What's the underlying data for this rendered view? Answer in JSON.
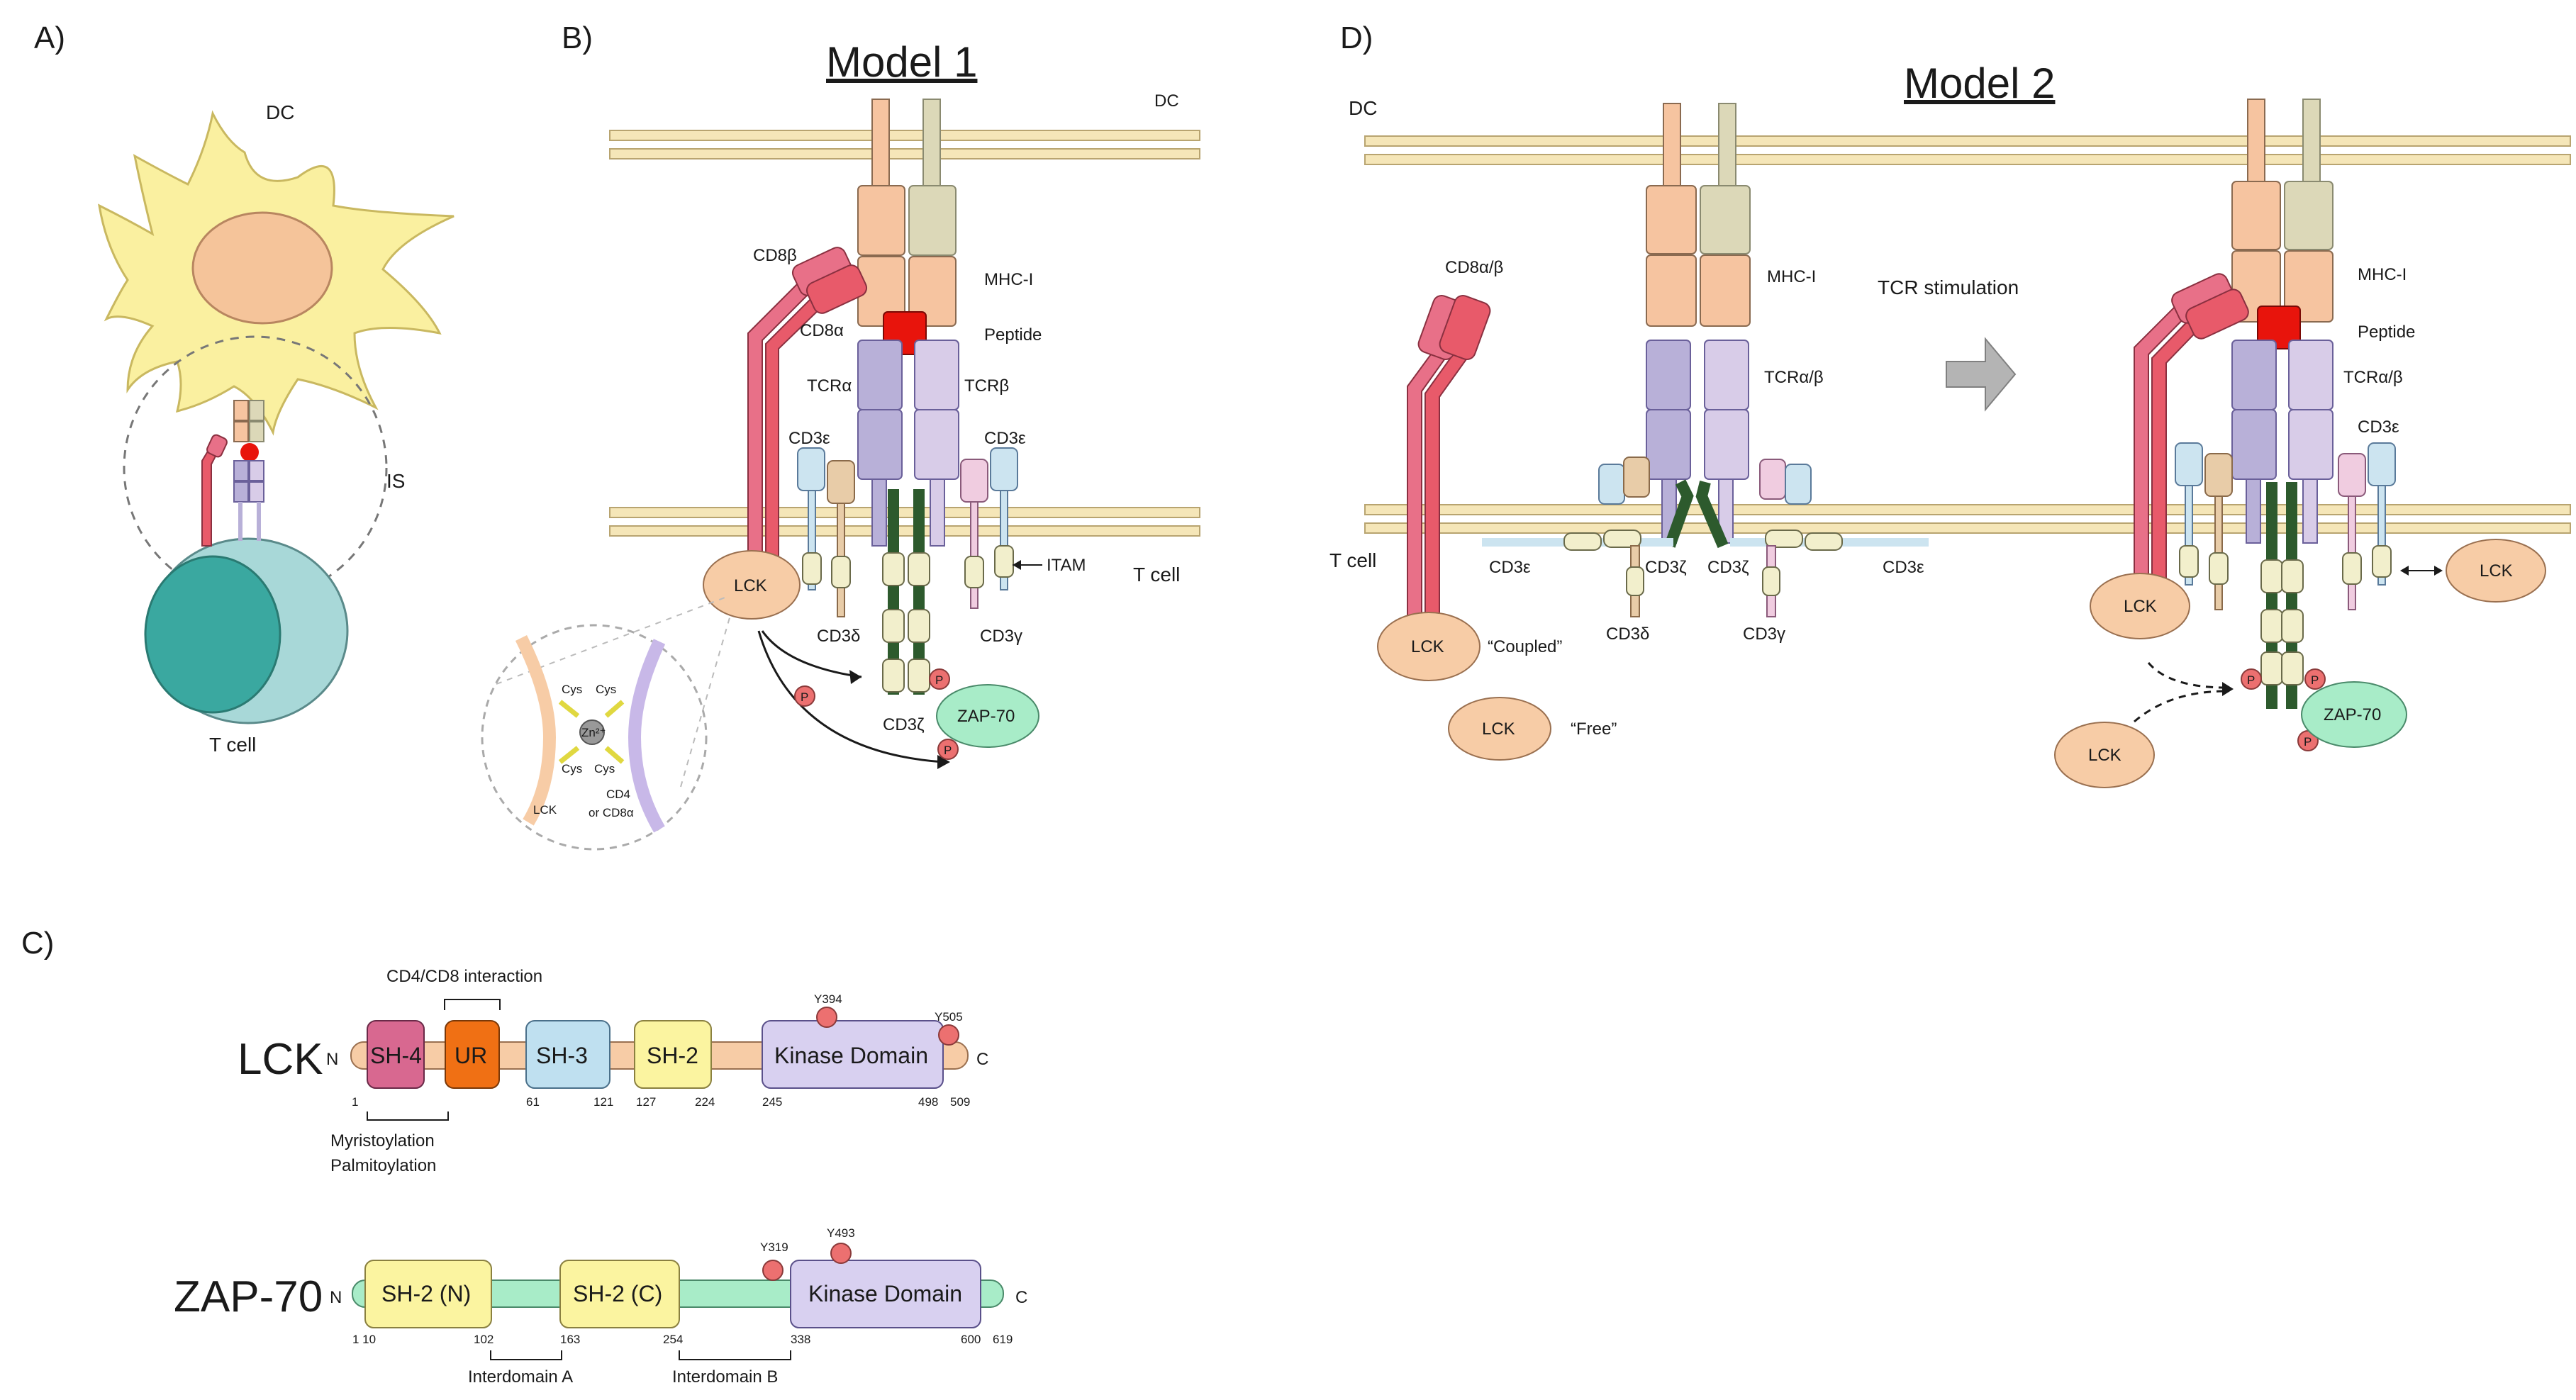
{
  "panels": {
    "a": "A)",
    "b": "B)",
    "c": "C)",
    "d": "D)"
  },
  "panel_a": {
    "dc": "DC",
    "is": "IS",
    "tcell": "T cell"
  },
  "panel_b": {
    "title": "Model 1",
    "dc": "DC",
    "tcell": "T cell",
    "cd8b": "CD8β",
    "cd8a": "CD8α",
    "mhc": "MHC-I",
    "peptide": "Peptide",
    "tcra": "TCRα",
    "tcrb": "TCRβ",
    "cd3e_left": "CD3ε",
    "cd3e_right": "CD3ε",
    "itam": "ITAM",
    "lck": "LCK",
    "cd3d": "CD3δ",
    "cd3g": "CD3γ",
    "cd3z": "CD3ζ",
    "zap70": "ZAP-70",
    "p": "P",
    "inset": {
      "cys": "Cys",
      "zn": "Zn²⁺",
      "lck": "LCK",
      "cd4_line1": "CD4",
      "cd4_line2": "or CD8α"
    }
  },
  "panel_d": {
    "title": "Model 2",
    "dc": "DC",
    "tcell": "T cell",
    "cd8ab": "CD8α/β",
    "mhc": "MHC-I",
    "tcrab": "TCRα/β",
    "peptide": "Peptide",
    "stim": "TCR stimulation",
    "cd3e": "CD3ε",
    "cd3z": "CD3ζ",
    "cd3d": "CD3δ",
    "cd3g": "CD3γ",
    "lck": "LCK",
    "coupled": "“Coupled”",
    "free": "“Free”",
    "zap70": "ZAP-70",
    "p": "P"
  },
  "panel_c": {
    "interaction": "CD4/CD8 interaction",
    "myr": "Myristoylation",
    "palm": "Palmitoylation",
    "n": "N",
    "c": "C",
    "lck": {
      "name": "LCK",
      "domains": [
        "SH-4",
        "UR",
        "SH-3",
        "SH-2",
        "Kinase Domain"
      ],
      "sites": [
        "Y394",
        "Y505"
      ],
      "positions": [
        "1",
        "61",
        "121",
        "127",
        "224",
        "245",
        "498",
        "509"
      ]
    },
    "zap": {
      "name": "ZAP-70",
      "domains": [
        "SH-2 (N)",
        "SH-2 (C)",
        "Kinase Domain"
      ],
      "sites": [
        "Y319",
        "Y493"
      ],
      "positions": [
        "1 10",
        "102",
        "163",
        "254",
        "338",
        "600",
        "619"
      ],
      "interdomain_a": "Interdomain A",
      "interdomain_b": "Interdomain B"
    }
  },
  "colors": {
    "membrane": "#f5e6b8",
    "dc_cell": "#faf0a0",
    "nucleus": "#f5c49a",
    "tcell": "#a8d8d8",
    "tcell_nucleus": "#3aa8a0",
    "mhc_a": "#f6c4a0",
    "mhc_b": "#dcd8b8",
    "tcr": "#b8b0d8",
    "peptide": "#e8140c",
    "cd8": "#e85a6a",
    "lck": "#f7cca6",
    "zap": "#a8ecc8",
    "phospho": "#ec7070",
    "itam": "#2d5a2d",
    "cd3_box": "#f2efcc",
    "sh4": "#d86890",
    "ur": "#f07014",
    "sh3": "#bfe0f0",
    "sh2": "#fbf4a0",
    "kinase": "#d8d0f0"
  }
}
